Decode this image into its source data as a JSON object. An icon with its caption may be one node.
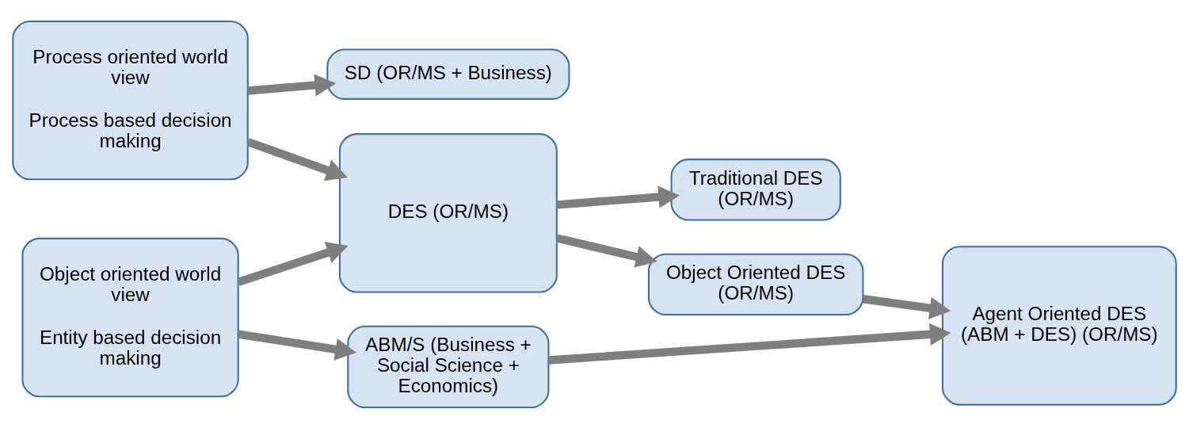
{
  "diagram": {
    "nodes": [
      {
        "text": [
          "Process oriented world view",
          "Process based decision making"
        ]
      },
      {
        "text": [
          "SD (OR/MS + Business)"
        ]
      },
      {
        "text": [
          "DES (OR/MS)"
        ]
      },
      {
        "text": [
          "Traditional DES (OR/MS)"
        ]
      },
      {
        "text": [
          "Object oriented world view",
          "Entity based decision making"
        ]
      },
      {
        "text": [
          "Object Oriented DES (OR/MS)"
        ]
      },
      {
        "text": [
          "ABM/S (Business + Social Science + Economics)"
        ]
      },
      {
        "text": [
          "Agent Oriented DES (ABM + DES) (OR/MS)"
        ]
      }
    ],
    "edges": [
      {
        "from": 0,
        "to": 1,
        "arrow": "to"
      },
      {
        "from": 0,
        "to": 2,
        "arrow": "to"
      },
      {
        "from": 4,
        "to": 2,
        "arrow": "to"
      },
      {
        "from": 4,
        "to": 6,
        "arrow": "to"
      },
      {
        "from": 2,
        "to": 3,
        "arrow": "to"
      },
      {
        "from": 2,
        "to": 5,
        "arrow": "to"
      },
      {
        "from": 5,
        "to": 7,
        "arrow": "to"
      },
      {
        "from": 6,
        "to": 7,
        "arrow": "to"
      }
    ]
  }
}
